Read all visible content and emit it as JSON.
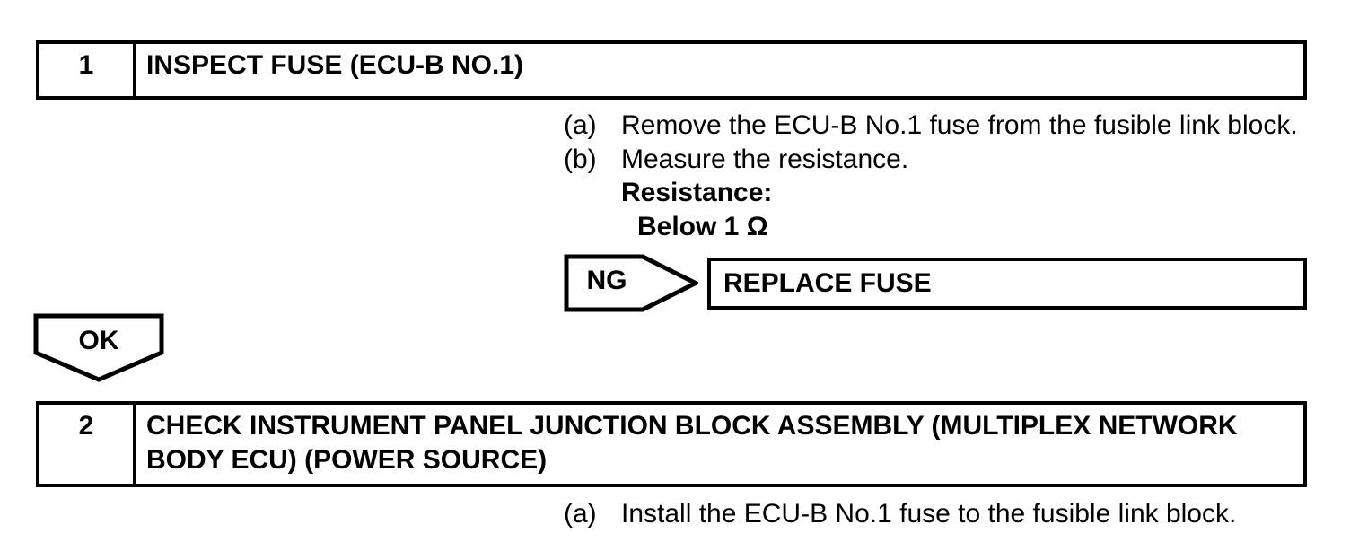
{
  "colors": {
    "ink": "#000000",
    "paper": "#ffffff"
  },
  "steps": [
    {
      "number": "1",
      "title": "INSPECT FUSE (ECU-B NO.1)",
      "instructions": [
        {
          "label": "(a)",
          "text": "Remove the ECU-B No.1 fuse from the fusible link block."
        },
        {
          "label": "(b)",
          "text": "Measure the resistance."
        }
      ],
      "spec": {
        "label": "Resistance:",
        "value": "Below 1 Ω"
      },
      "ng": {
        "label": "NG",
        "action": "REPLACE FUSE"
      },
      "ok_label": "OK"
    },
    {
      "number": "2",
      "title": "CHECK INSTRUMENT PANEL JUNCTION BLOCK ASSEMBLY (MULTIPLEX NETWORK BODY ECU) (POWER SOURCE)",
      "instructions": [
        {
          "label": "(a)",
          "text": "Install the ECU-B No.1 fuse to the fusible link block."
        }
      ]
    }
  ]
}
